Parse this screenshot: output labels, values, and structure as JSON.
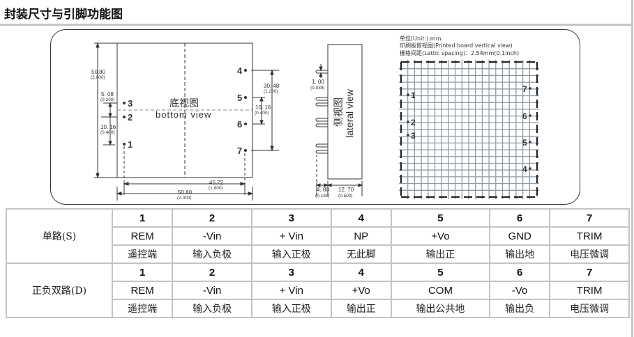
{
  "title": "封装尺寸与引脚功能图",
  "colors": {
    "grid": "#8f9aa6",
    "line": "#333333",
    "table_border": "#c4c4c4",
    "rule": "#c6c6c6"
  },
  "bottom_view": {
    "label_cn": "底视图",
    "label_en": "bottom view",
    "dims": {
      "height_mm": "50.80",
      "height_in": "(2.000)",
      "pin3_offset_mm": "5. 08",
      "pin3_offset_in": "(0.200)",
      "pin2_1_mm": "10. 16",
      "pin2_1_in": "(0.400)",
      "pin4_7_mm": "30. 48",
      "pin4_7_in": "(1.200)",
      "pin5_6_mm": "10. 16",
      "pin5_6_in": "(0.400)",
      "pin_span_mm": "45.72",
      "pin_span_in": "(1.800)",
      "width_mm": "50.80",
      "width_in": "(2.000)"
    },
    "pins": [
      "1",
      "2",
      "3",
      "4",
      "5",
      "6",
      "7"
    ]
  },
  "lateral_view": {
    "label_cn": "侧视图",
    "label_en": "lateral view",
    "dims": {
      "pin_dia_mm": "1. 00",
      "pin_dia_in": "(0.039)",
      "pin_len_mm": "4. 80",
      "pin_len_in": "(0.189)",
      "depth_mm": "12. 70",
      "depth_in": "(0.500)"
    }
  },
  "pcb_view": {
    "unit": "单位(Unit:):mm",
    "view": "印刷板俯视图(Printed board vertical view)",
    "spacing": "栅格间距(Lattic spacing)：2.54mm(0.1inch)",
    "pins": [
      "1",
      "2",
      "3",
      "4",
      "5",
      "6",
      "7"
    ]
  },
  "pin_table": {
    "groups": [
      {
        "name": "单路(S)",
        "numbers": [
          "1",
          "2",
          "3",
          "4",
          "5",
          "6",
          "7"
        ],
        "signals": [
          "REM",
          "-Vin",
          "+ Vin",
          "NP",
          "+Vo",
          "GND",
          "TRIM"
        ],
        "descriptions": [
          "遥控端",
          "输入负极",
          "输入正极",
          "无此脚",
          "输出正",
          "输出地",
          "电压微调"
        ]
      },
      {
        "name": "正负双路(D)",
        "numbers": [
          "1",
          "2",
          "3",
          "4",
          "5",
          "6",
          "7"
        ],
        "signals": [
          "REM",
          "-Vin",
          "+ Vin",
          "+Vo",
          "COM",
          "-Vo",
          "TRIM"
        ],
        "descriptions": [
          "遥控端",
          "输入负极",
          "输入正极",
          "输出正",
          "输出公共地",
          "输出负",
          "电压微调"
        ]
      }
    ]
  }
}
